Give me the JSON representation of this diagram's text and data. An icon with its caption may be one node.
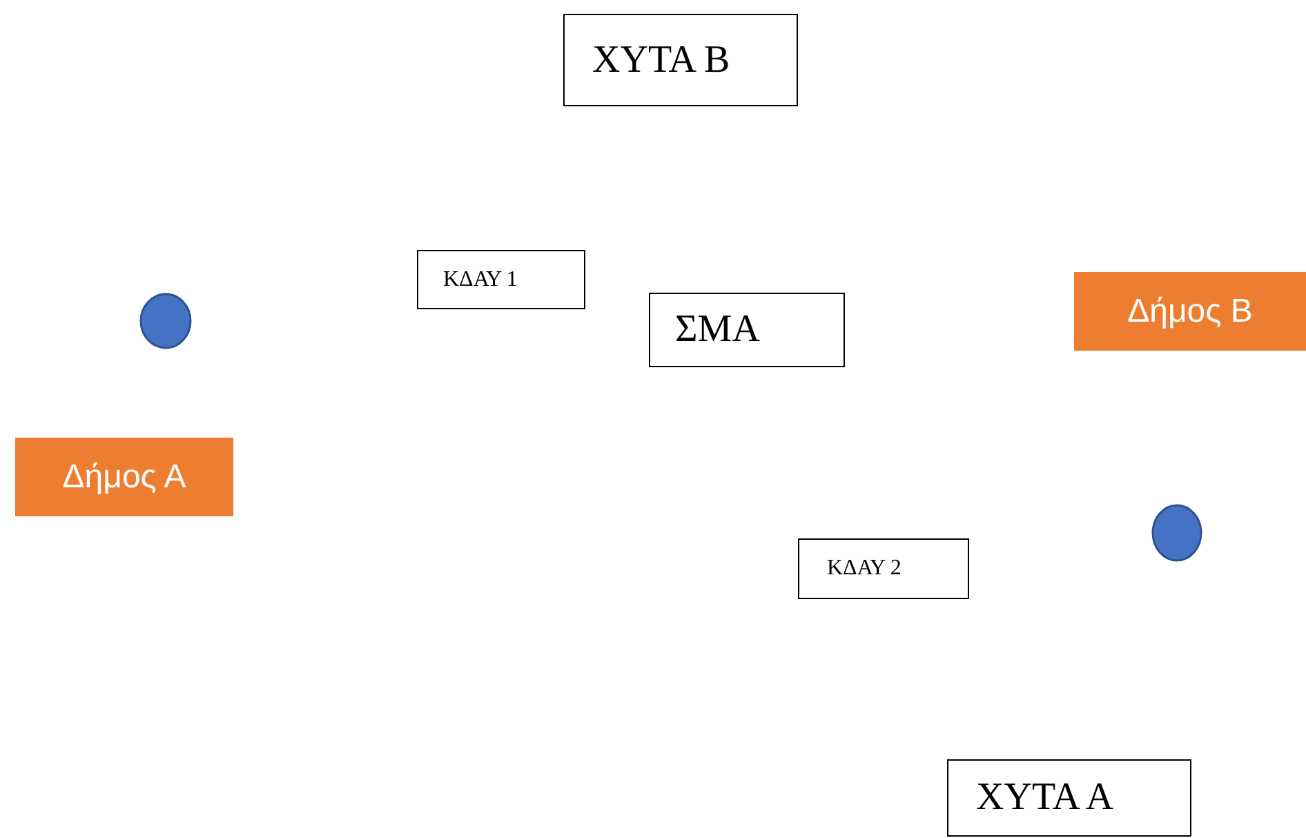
{
  "diagram": {
    "nodes": [
      {
        "text": [
          "ΧΥΤΑ Β"
        ]
      },
      {
        "text": [
          "ΚΔΑΥ 1"
        ]
      },
      {
        "text": [
          "Δήμος Β"
        ]
      },
      {
        "text": [
          "ΣΜΑ"
        ]
      },
      {
        "text": [],
        "shape": "circle"
      },
      {
        "text": [
          "Δήμος Α"
        ]
      },
      {
        "text": [],
        "shape": "circle"
      },
      {
        "text": [
          "ΚΔΑΥ 2"
        ]
      },
      {
        "text": [
          "ΧΥΤΑ Α"
        ]
      }
    ]
  }
}
